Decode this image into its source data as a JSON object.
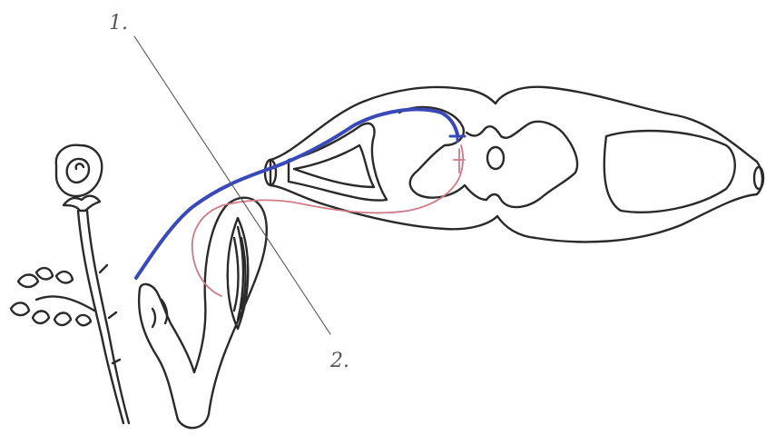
{
  "labels": {
    "pointer_1": "1.",
    "pointer_2": "2."
  },
  "colors": {
    "ink": "#2a2a2a",
    "sensory_pathway": "#3a49b8",
    "motor_pathway": "#d07a86",
    "pointer_line": "#555555"
  },
  "icons": {
    "rose": "rose-stem-icon",
    "hand": "hand-icon",
    "spinal_cord": "spinal-cord-cross-section",
    "muscle": "biceps-muscle-icon"
  }
}
